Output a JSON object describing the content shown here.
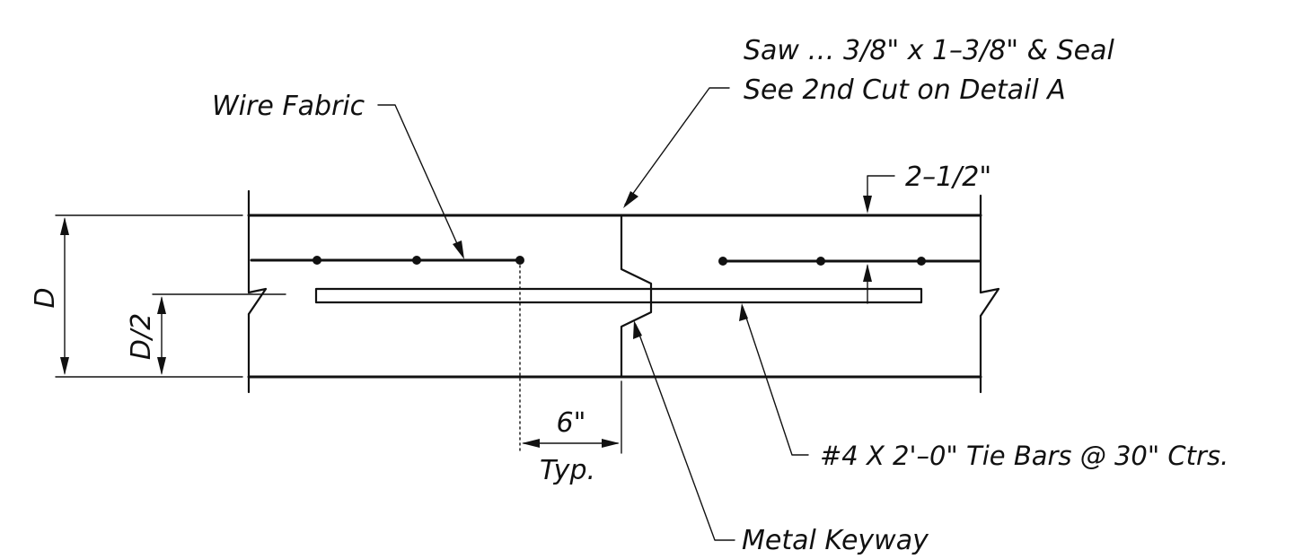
{
  "labels": {
    "saw_cut": "Saw … 3/8\" x 1–3/8\" & Seal",
    "see_cut": "See 2nd Cut on Detail A",
    "wire_fabric": "Wire Fabric",
    "cover": "2–1/2\"",
    "depth": "D",
    "half_depth": "D/2",
    "spacing": "6\"",
    "typical": "Typ.",
    "tie_bars": "#4 X 2'–0\" Tie Bars @ 30\" Ctrs.",
    "keyway": "Metal Keyway"
  }
}
